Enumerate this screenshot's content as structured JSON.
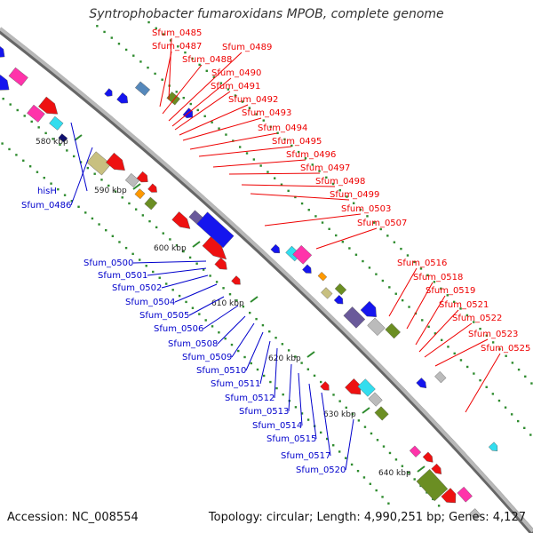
{
  "title": "Syntrophobacter fumaroxidans MPOB, complete genome",
  "footer": {
    "accession": "Accession: NC_008554",
    "summary": "Topology: circular; Length: 4,990,251 bp; Genes: 4,127"
  },
  "colors": {
    "forward_label": "#ee0000",
    "reverse_label": "#0000cc",
    "backbone": "#909090",
    "tick": "#2e8b2e",
    "red": "#ee1111",
    "blue": "#1515ee",
    "navy": "#101070",
    "pink": "#ff33aa",
    "cyan": "#33ddee",
    "olive": "#6b8e23",
    "khaki": "#c8c080",
    "gray": "#bbbbbb",
    "orange": "#ff9900",
    "steel": "#5588bb",
    "slate": "#6a5a9a"
  },
  "ruler": [
    {
      "label": "580 kbp"
    },
    {
      "label": "590 kbp"
    },
    {
      "label": "600 kbp"
    },
    {
      "label": "610 kbp"
    },
    {
      "label": "620 kbp"
    },
    {
      "label": "630 kbp"
    },
    {
      "label": "640 kbp"
    }
  ],
  "forward_labels": [
    {
      "text": "Sfum_0485"
    },
    {
      "text": "Sfum_0487"
    },
    {
      "text": "Sfum_0488"
    },
    {
      "text": "Sfum_0489"
    },
    {
      "text": "Sfum_0490"
    },
    {
      "text": "Sfum_0491"
    },
    {
      "text": "Sfum_0492"
    },
    {
      "text": "Sfum_0493"
    },
    {
      "text": "Sfum_0494"
    },
    {
      "text": "Sfum_0495"
    },
    {
      "text": "Sfum_0496"
    },
    {
      "text": "Sfum_0497"
    },
    {
      "text": "Sfum_0498"
    },
    {
      "text": "Sfum_0499"
    },
    {
      "text": "Sfum_0503"
    },
    {
      "text": "Sfum_0507"
    },
    {
      "text": "Sfum_0516"
    },
    {
      "text": "Sfum_0518"
    },
    {
      "text": "Sfum_0519"
    },
    {
      "text": "Sfum_0521"
    },
    {
      "text": "Sfum_0522"
    },
    {
      "text": "Sfum_0523"
    },
    {
      "text": "Sfum_0525"
    }
  ],
  "reverse_labels": [
    {
      "text": "hisH"
    },
    {
      "text": "Sfum_0486"
    },
    {
      "text": "Sfum_0500"
    },
    {
      "text": "Sfum_0501"
    },
    {
      "text": "Sfum_0502"
    },
    {
      "text": "Sfum_0504"
    },
    {
      "text": "Sfum_0505"
    },
    {
      "text": "Sfum_0506"
    },
    {
      "text": "Sfum_0508"
    },
    {
      "text": "Sfum_0509"
    },
    {
      "text": "Sfum_0510"
    },
    {
      "text": "Sfum_0511"
    },
    {
      "text": "Sfum_0512"
    },
    {
      "text": "Sfum_0513"
    },
    {
      "text": "Sfum_0514"
    },
    {
      "text": "Sfum_0515"
    },
    {
      "text": "Sfum_0517"
    },
    {
      "text": "Sfum_0520"
    }
  ]
}
